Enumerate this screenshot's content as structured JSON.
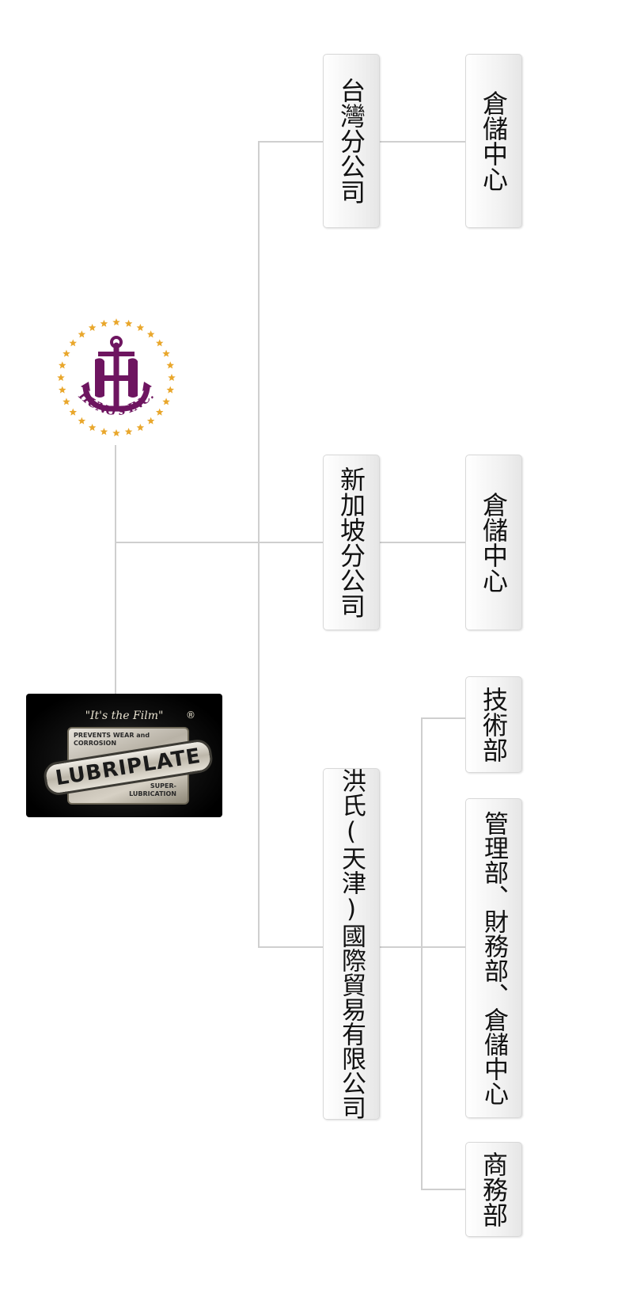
{
  "company_logo": {
    "text": "HUNG's INC.",
    "monogram": "H",
    "colors": {
      "stars": "#e9a72c",
      "emblem": "#6e1560"
    }
  },
  "brand_badge": {
    "tagline": "\"It's the Film\"",
    "registered_mark": "®",
    "prevents_line1": "PREVENTS WEAR and",
    "prevents_line2": "CORROSION",
    "name": "LUBRIPLATE",
    "super_line1": "SUPER-",
    "super_line2": "LUBRICATION"
  },
  "branches": [
    {
      "name": "台灣分公司",
      "children": [
        "倉儲中心"
      ]
    },
    {
      "name": "新加坡分公司",
      "children": [
        "倉儲中心"
      ]
    },
    {
      "name": "洪氏(天津)國際貿易有限公司",
      "children": [
        "技術部",
        "管理部、財務部、倉儲中心",
        "商務部"
      ]
    }
  ],
  "colors": {
    "connector": "#cfcfcf",
    "box_border": "#d8d8d8",
    "text": "#111111"
  }
}
